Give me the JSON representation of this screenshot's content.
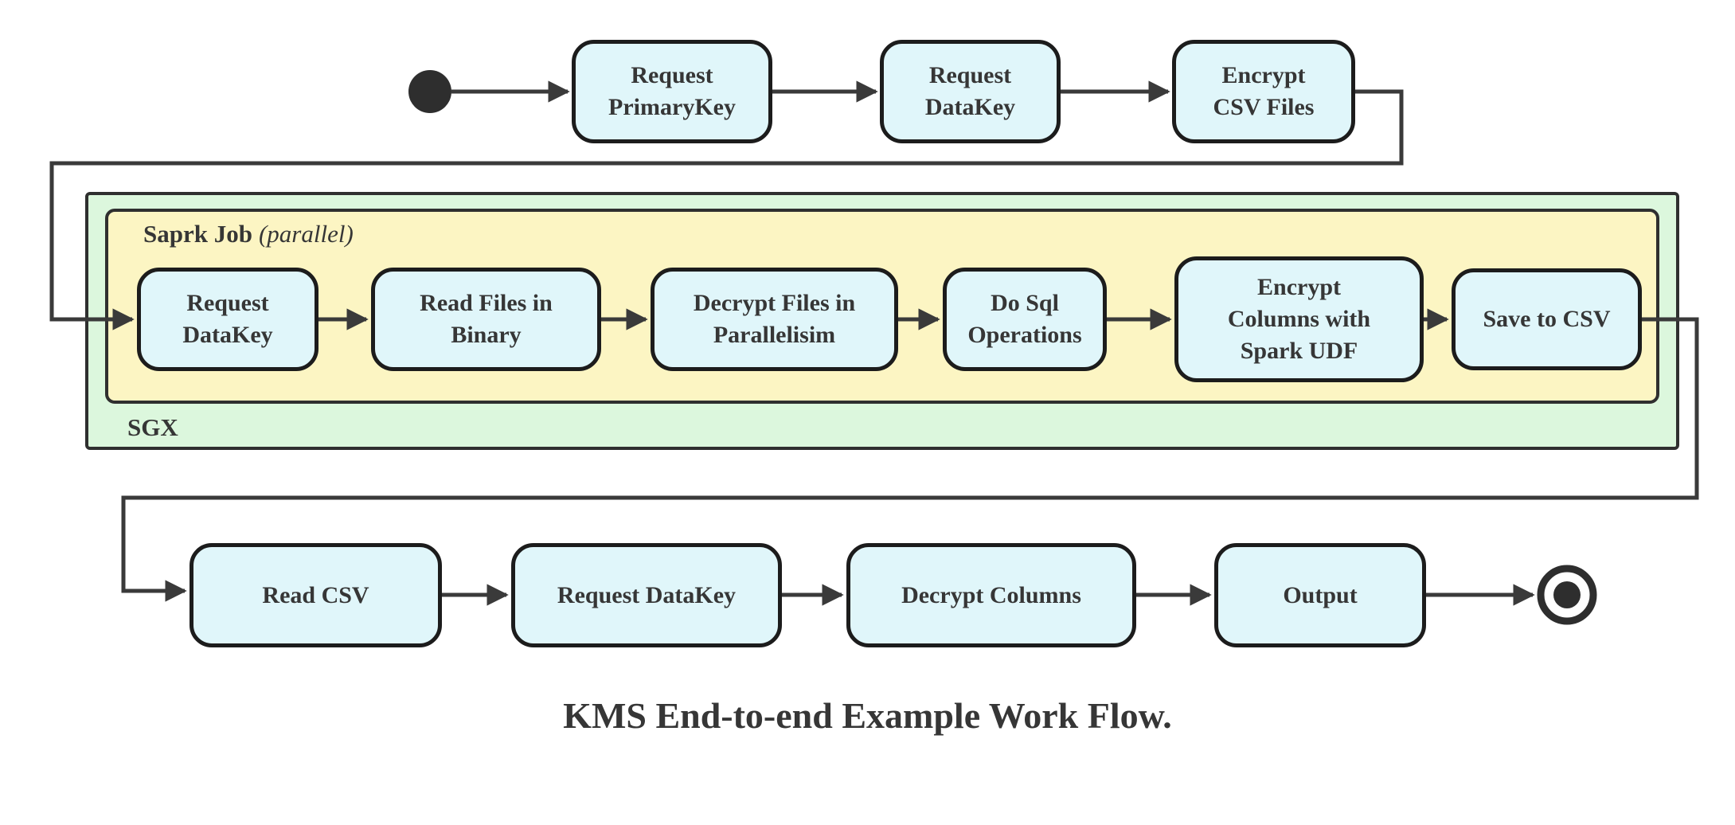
{
  "diagram": {
    "caption": "KMS End-to-end Example Work Flow.",
    "top_row": [
      "Request\nPrimaryKey",
      "Request\nDataKey",
      "Encrypt\nCSV Files"
    ],
    "sgx": {
      "label": "SGX"
    },
    "spark": {
      "title": "Saprk Job",
      "title_suffix": "(parallel)"
    },
    "spark_row": [
      "Request\nDataKey",
      "Read Files in\nBinary",
      "Decrypt Files in\nParallelisim",
      "Do Sql\nOperations",
      "Encrypt\nColumns with\nSpark UDF",
      "Save to CSV"
    ],
    "bottom_row": [
      "Read CSV",
      "Request DataKey",
      "Decrypt Columns",
      "Output"
    ],
    "colors": {
      "node_fill": "#E0F6FA",
      "node_border": "#1C1C1C",
      "spark_fill": "#FCF5C3",
      "sgx_fill": "#DCF7DD",
      "container_border": "#2F2F2F",
      "line": "#3A3A3A",
      "text": "#363636",
      "start_end": "#2E2E2E",
      "background": "#FFFFFF"
    }
  }
}
